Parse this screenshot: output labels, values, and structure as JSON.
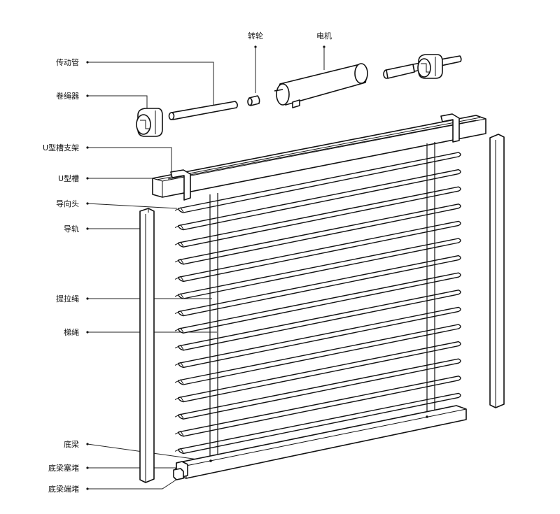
{
  "labels": {
    "drive_tube": "传动管",
    "cord_winder": "卷绳器",
    "u_channel_bracket": "U型槽支架",
    "u_channel": "U型槽",
    "guide_head": "导向头",
    "guide_rail": "导轨",
    "lift_cord": "提拉绳",
    "ladder_cord": "梯绳",
    "bottom_rail": "底梁",
    "bottom_rail_plug": "底梁塞堵",
    "bottom_rail_end_cap": "底梁端堵",
    "pulley": "转轮",
    "motor": "电机"
  },
  "colors": {
    "line": "#111111",
    "background": "#ffffff"
  }
}
